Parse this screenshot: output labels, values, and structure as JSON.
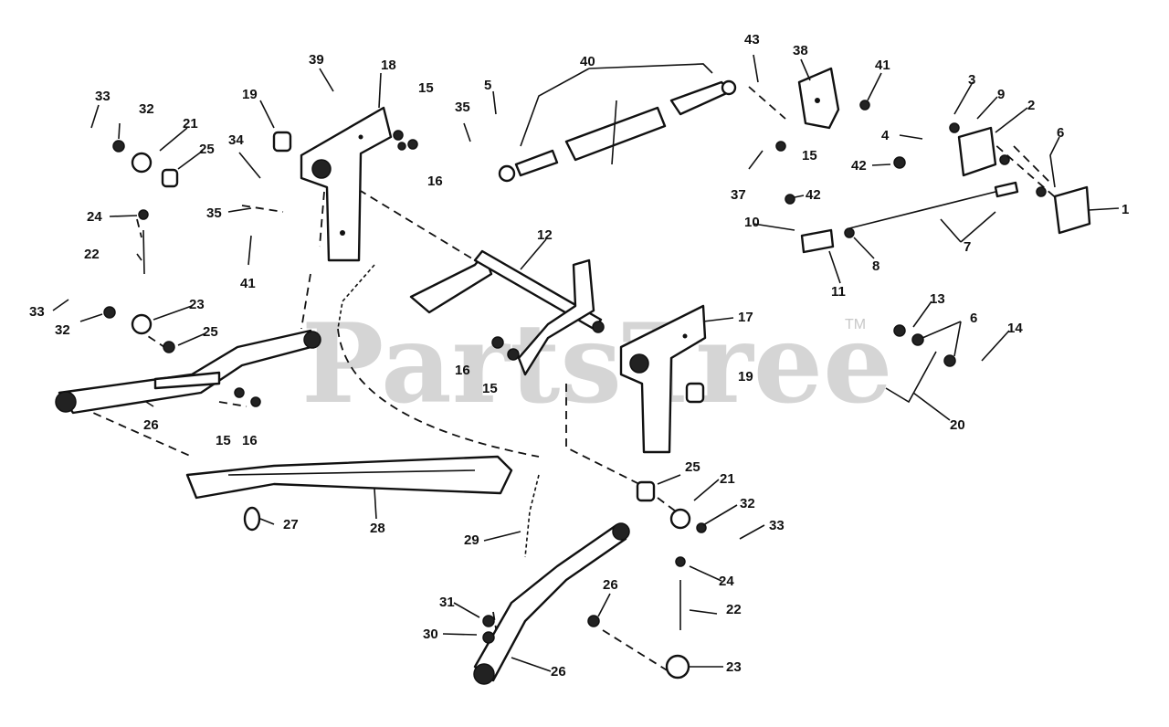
{
  "watermark": {
    "text": "PartsTree",
    "trademark": "TM"
  },
  "callouts": {
    "c1": "1",
    "c2": "2",
    "c3": "3",
    "c4": "4",
    "c5": "5",
    "c6a": "6",
    "c6b": "6",
    "c7": "7",
    "c8": "8",
    "c9": "9",
    "c10": "10",
    "c11": "11",
    "c12": "12",
    "c13": "13",
    "c14": "14",
    "c15a": "15",
    "c15b": "15",
    "c15c": "15",
    "c15d": "15",
    "c16a": "16",
    "c16b": "16",
    "c16c": "16",
    "c17": "17",
    "c18": "18",
    "c19a": "19",
    "c19b": "19",
    "c20": "20",
    "c21a": "21",
    "c21b": "21",
    "c22a": "22",
    "c22b": "22",
    "c23a": "23",
    "c23b": "23",
    "c24a": "24",
    "c24b": "24",
    "c25a": "25",
    "c25b": "25",
    "c25c": "25",
    "c26a": "26",
    "c26b": "26",
    "c26c": "26",
    "c27": "27",
    "c28": "28",
    "c29": "29",
    "c30": "30",
    "c31": "31",
    "c32a": "32",
    "c32b": "32",
    "c32c": "32",
    "c33a": "33",
    "c33b": "33",
    "c33c": "33",
    "c34": "34",
    "c35a": "35",
    "c35b": "35",
    "c37": "37",
    "c38": "38",
    "c39": "39",
    "c40": "40",
    "c41a": "41",
    "c41b": "41",
    "c42a": "42",
    "c42b": "42",
    "c43": "43"
  }
}
